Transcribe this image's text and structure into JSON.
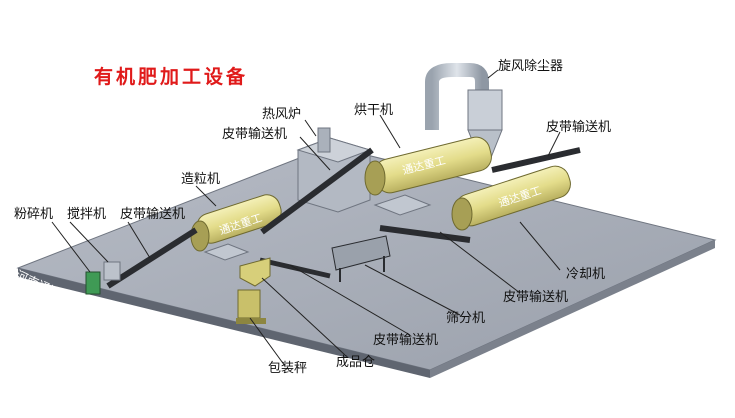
{
  "title": "有机肥加工设备",
  "company": "河南通达重工科技有限公司",
  "drum_brand": "通达重工",
  "labels": {
    "cyclone": "旋风除尘器",
    "hot_air_furnace": "热风炉",
    "belt_conveyor_a": "皮带输送机",
    "dryer": "烘干机",
    "belt_conveyor_b": "皮带输送机",
    "granulator": "造粒机",
    "crusher": "粉碎机",
    "mixer": "搅拌机",
    "belt_conveyor_c": "皮带输送机",
    "cooler": "冷却机",
    "belt_conveyor_d": "皮带输送机",
    "screener": "筛分机",
    "belt_conveyor_e": "皮带输送机",
    "packing_scale": "包装秤",
    "product_bin": "成品仓"
  }
}
